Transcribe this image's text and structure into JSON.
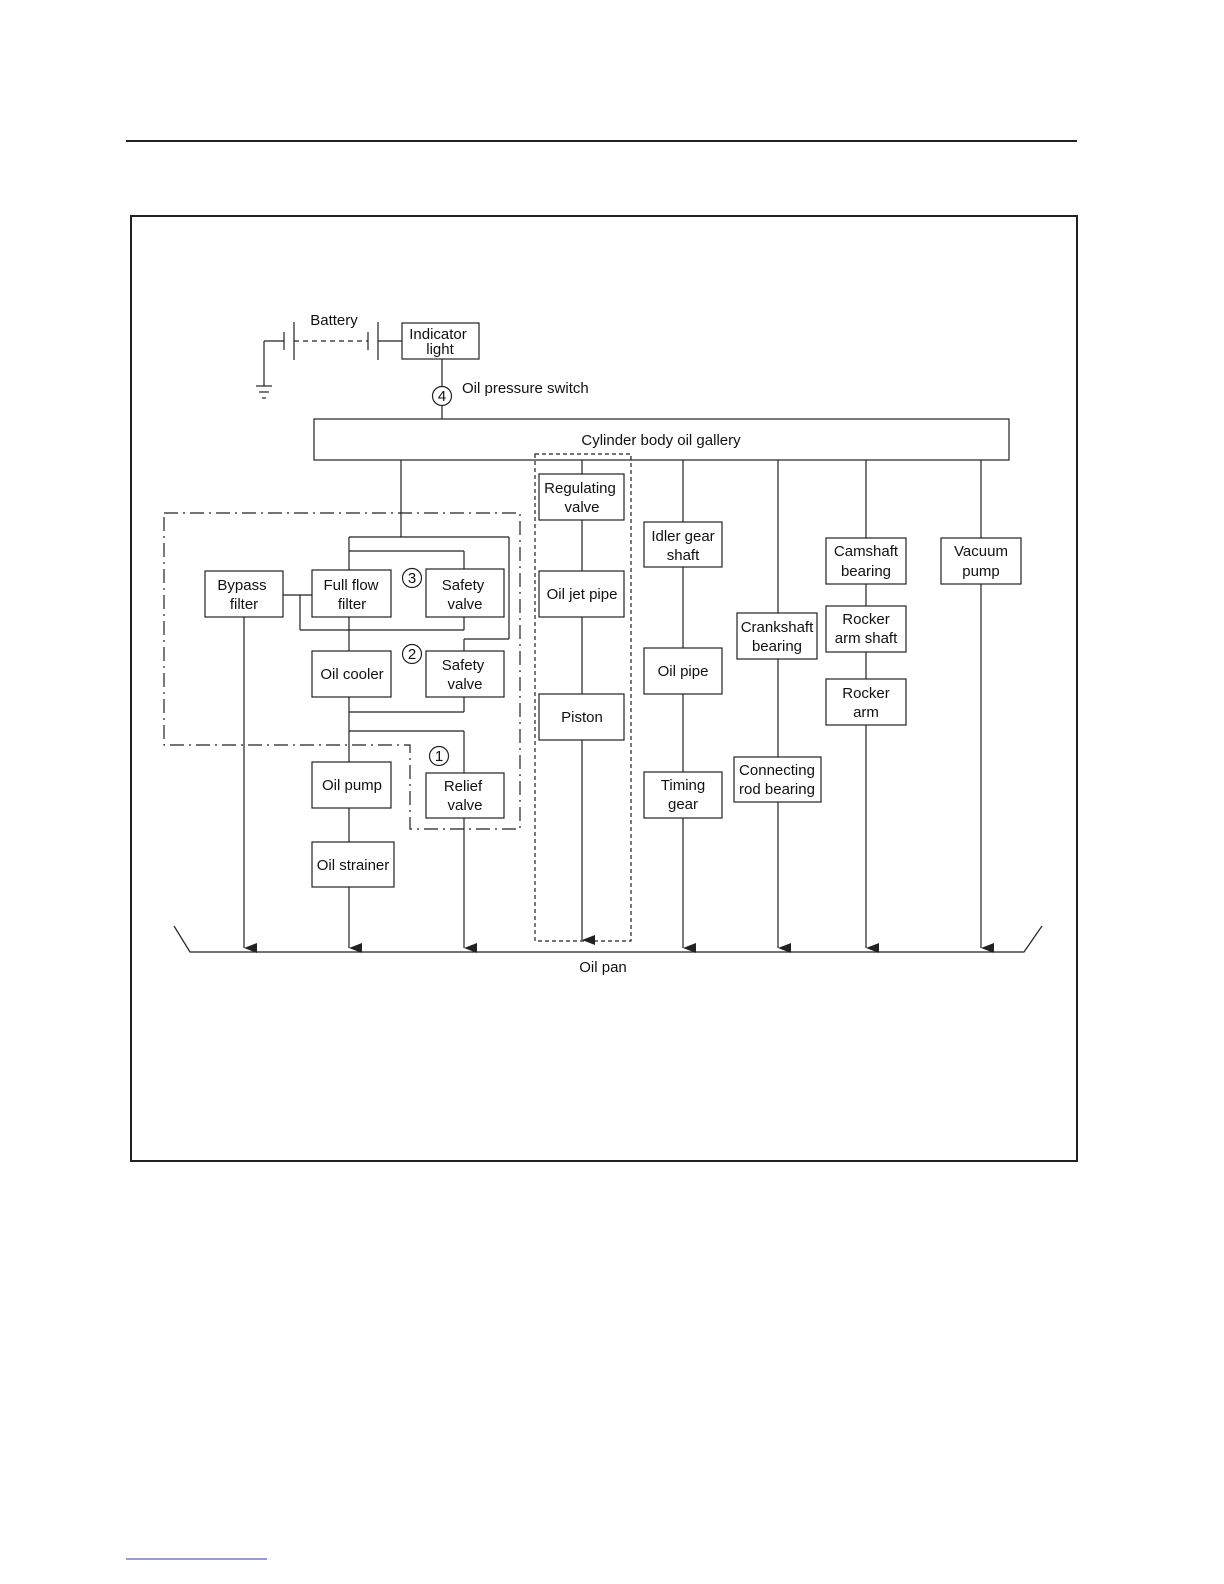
{
  "labels": {
    "battery": "Battery",
    "indicator_light": [
      "Indicator",
      "light"
    ],
    "oil_pressure_switch": "Oil pressure switch",
    "gallery": "Cylinder body oil gallery",
    "bypass_filter": [
      "Bypass",
      "filter"
    ],
    "full_flow_filter": [
      "Full flow",
      "filter"
    ],
    "safety_valve_3": [
      "Safety",
      "valve"
    ],
    "oil_cooler": "Oil cooler",
    "safety_valve_2": [
      "Safety",
      "valve"
    ],
    "oil_pump": "Oil pump",
    "relief_valve": [
      "Relief",
      "valve"
    ],
    "oil_strainer": "Oil strainer",
    "regulating_valve": [
      "Regulating",
      "valve"
    ],
    "oil_jet_pipe": "Oil jet pipe",
    "piston": "Piston",
    "idler_gear_shaft": [
      "Idler gear",
      "shaft"
    ],
    "oil_pipe": "Oil pipe",
    "timing_gear": [
      "Timing",
      "gear"
    ],
    "crankshaft_bearing": [
      "Crankshaft",
      "bearing"
    ],
    "connecting_rod_bearing": [
      "Connecting",
      "rod bearing"
    ],
    "camshaft_bearing": [
      "Camshaft",
      "bearing"
    ],
    "rocker_arm_shaft": [
      "Rocker",
      "arm shaft"
    ],
    "rocker_arm": [
      "Rocker",
      "arm"
    ],
    "vacuum_pump": [
      "Vacuum",
      "pump"
    ],
    "oil_pan": "Oil pan"
  },
  "markers": {
    "m1": "1",
    "m2": "2",
    "m3": "3",
    "m4": "4"
  }
}
